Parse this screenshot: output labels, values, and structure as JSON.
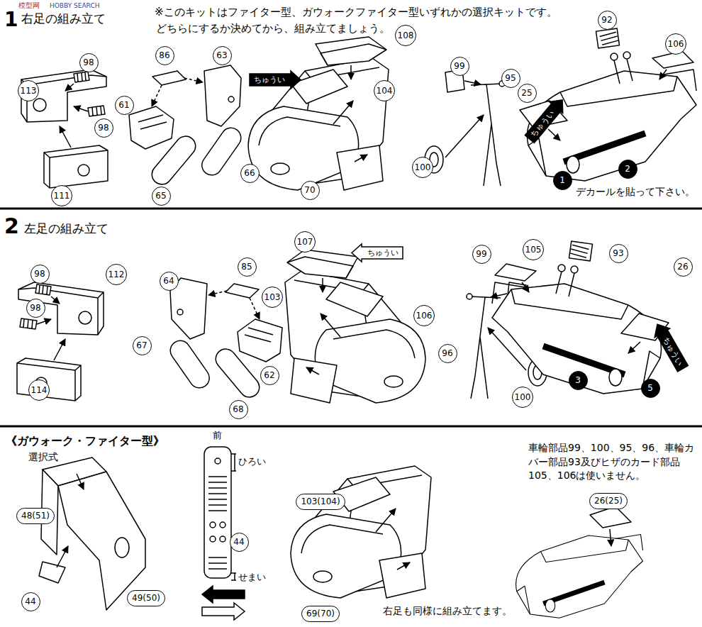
{
  "diagram": {
    "nodes": [
      {
        "text": [
          "113"
        ]
      },
      {
        "text": [
          "98"
        ]
      },
      {
        "text": [
          "98"
        ]
      },
      {
        "text": [
          "111"
        ]
      },
      {
        "text": [
          "86"
        ]
      },
      {
        "text": [
          "63"
        ]
      },
      {
        "text": [
          "61"
        ]
      },
      {
        "text": [
          "65"
        ]
      },
      {
        "text": [
          "66"
        ]
      },
      {
        "text": [
          "ちゅうい"
        ]
      },
      {
        "text": [
          "108"
        ]
      },
      {
        "text": [
          "104"
        ]
      },
      {
        "text": [
          "70"
        ]
      },
      {
        "text": [
          "99"
        ]
      },
      {
        "text": [
          "95"
        ]
      },
      {
        "text": [
          "100"
        ]
      },
      {
        "text": [
          "92"
        ]
      },
      {
        "text": [
          "25"
        ]
      },
      {
        "text": [
          "106"
        ]
      },
      {
        "text": [
          "ちゅうい"
        ]
      },
      {
        "text": [
          "1"
        ]
      },
      {
        "text": [
          "2"
        ]
      },
      {
        "text": [
          "98"
        ]
      },
      {
        "text": [
          "112"
        ]
      },
      {
        "text": [
          "98"
        ]
      },
      {
        "text": [
          "114"
        ]
      },
      {
        "text": [
          "64"
        ]
      },
      {
        "text": [
          "85"
        ]
      },
      {
        "text": [
          "67"
        ]
      },
      {
        "text": [
          "62"
        ]
      },
      {
        "text": [
          "68"
        ]
      },
      {
        "text": [
          "107"
        ]
      },
      {
        "text": [
          "ちゅうい"
        ]
      },
      {
        "text": [
          "103"
        ]
      },
      {
        "text": [
          "106"
        ]
      },
      {
        "text": [
          "99"
        ]
      },
      {
        "text": [
          "96"
        ]
      },
      {
        "text": [
          "100"
        ]
      },
      {
        "text": [
          "105"
        ]
      },
      {
        "text": [
          "93"
        ]
      },
      {
        "text": [
          "26"
        ]
      },
      {
        "text": [
          "ちゅうい"
        ]
      },
      {
        "text": [
          "3"
        ]
      },
      {
        "text": [
          "5"
        ]
      },
      {
        "text": [
          "48(51)"
        ]
      },
      {
        "text": [
          "44"
        ]
      },
      {
        "text": [
          "49(50)"
        ]
      },
      {
        "text": [
          "44"
        ]
      },
      {
        "text": [
          "103(104)"
        ]
      },
      {
        "text": [
          "69(70)"
        ]
      },
      {
        "text": [
          "26(25)"
        ]
      }
    ],
    "labels": [
      "模型网",
      "HOBBY SEARCH",
      "1",
      "右足の組み立て",
      "※このキットはファイター型、ガウォークファイター型いずれかの選択キットです。",
      "どちらにするか決めてから、組み立てましょう。",
      "デカールを貼って下さい。",
      "2",
      "左足の組み立て",
      "《ガウォーク・ファイター型》",
      "選択式",
      "前",
      "ひろい",
      "せまい",
      "車輪部品99、100、95、96、車輪カバー部品93及びヒザのカード部品105、106は使いません。",
      "右足も同様に組み立てます。"
    ]
  }
}
